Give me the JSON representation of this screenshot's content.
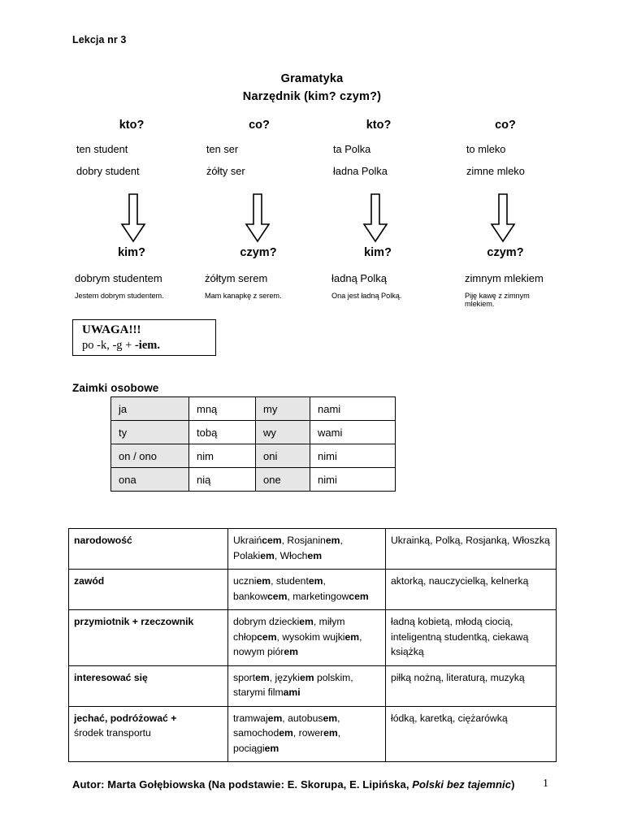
{
  "header": {
    "lesson_label": "Lekcja nr 3",
    "title": "Gramatyka",
    "subtitle": "Narzędnik (kim? czym?)"
  },
  "declension_columns": [
    {
      "nominative_question": "kto?",
      "example_1": "ten student",
      "example_2": "dobry student",
      "arrow_icon": "down-arrow-icon",
      "instrumental_question": "kim?",
      "instrumental_form": "dobrym studentem",
      "sentence": "Jestem dobrym studentem."
    },
    {
      "nominative_question": "co?",
      "example_1": "ten ser",
      "example_2": "żółty ser",
      "arrow_icon": "down-arrow-icon",
      "instrumental_question": "czym?",
      "instrumental_form": "żółtym serem",
      "sentence": "Mam kanapkę z serem."
    },
    {
      "nominative_question": "kto?",
      "example_1": "ta Polka",
      "example_2": "ładna Polka",
      "arrow_icon": "down-arrow-icon",
      "instrumental_question": "kim?",
      "instrumental_form": "ładną Polką",
      "sentence": "Ona jest ładną Polką."
    },
    {
      "nominative_question": "co?",
      "example_1": "to mleko",
      "example_2": "zimne mleko",
      "arrow_icon": "down-arrow-icon",
      "instrumental_question": "czym?",
      "instrumental_form": "zimnym mlekiem",
      "sentence": "Piję kawę z zimnym mlekiem."
    }
  ],
  "note_box": {
    "heading": "UWAGA!!!",
    "rule_prefix": "po ",
    "rule_middle": "-k, -g + ",
    "rule_bold": "-iem."
  },
  "pronouns": {
    "heading": "Zaimki osobowe",
    "rows": [
      {
        "sg_pronoun": "ja",
        "sg_instrumental": "mną",
        "pl_pronoun": "my",
        "pl_instrumental": "nami"
      },
      {
        "sg_pronoun": "ty",
        "sg_instrumental": "tobą",
        "pl_pronoun": "wy",
        "pl_instrumental": "wami"
      },
      {
        "sg_pronoun": "on / ono",
        "sg_instrumental": "nim",
        "pl_pronoun": "oni",
        "pl_instrumental": "nimi"
      },
      {
        "sg_pronoun": "ona",
        "sg_instrumental": "nią",
        "pl_pronoun": "one",
        "pl_instrumental": "nimi"
      }
    ]
  },
  "usage_table": {
    "rows": [
      {
        "category": "narodowość",
        "masculine": "Ukraińcem, Rosjaninem, Polakiem, Włochem",
        "masculine_bold_endings": [
          "cem",
          "em",
          "em",
          "em"
        ],
        "feminine": "Ukrainką, Polką, Rosjanką, Włoszką"
      },
      {
        "category": "zawód",
        "masculine": "uczniem, studentem, bankowcem, marketingowcem",
        "masculine_bold_endings": [
          "em",
          "em",
          "cem",
          "cem"
        ],
        "feminine": "aktorką, nauczycielką, kelnerką"
      },
      {
        "category": "przymiotnik + rzeczownik",
        "masculine": "dobrym dzieckiem, miłym chłopcem, wysokim wujkiem, nowym piórem",
        "masculine_bold_endings": [
          "em",
          "em",
          "em",
          "em"
        ],
        "feminine": "ładną kobietą, młodą ciocią, inteligentną studentką, ciekawą książką"
      },
      {
        "category": "interesować się",
        "masculine": "sportem, językiem polskim, starymi filmami",
        "masculine_bold_endings": [
          "em",
          "em",
          "ami"
        ],
        "feminine": "piłką nożną, literaturą, muzyką"
      },
      {
        "category": "jechać, podróżować + środek transportu",
        "category_bold_part": "jechać, podróżować +",
        "category_plain_part": "środek transportu",
        "masculine": "tramwajem, autobusem, samochodem, rowerem, pociągiem",
        "masculine_bold_endings": [
          "em",
          "em",
          "em",
          "em",
          "em"
        ],
        "feminine": "łódką, karetką, ciężarówką"
      }
    ]
  },
  "footer": {
    "text_before_italic": "Autor: Marta Gołębiowska (Na podstawie: E. Skorupa, E. Lipińska, ",
    "italic_title": "Polski bez tajemnic",
    "text_after_italic": ")",
    "page_number": "1"
  }
}
